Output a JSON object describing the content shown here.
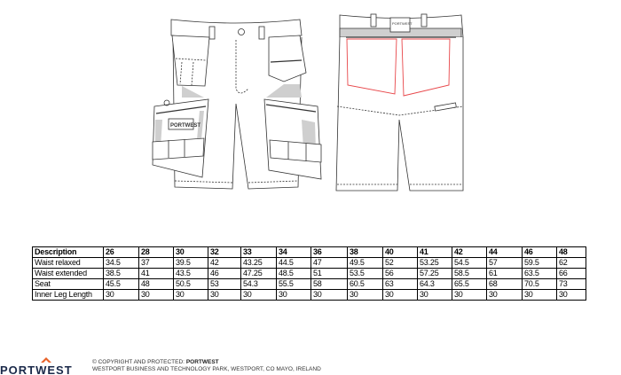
{
  "table": {
    "headers": [
      "Description",
      "26",
      "28",
      "30",
      "32",
      "33",
      "34",
      "36",
      "38",
      "40",
      "41",
      "42",
      "44",
      "46",
      "48"
    ],
    "rows": [
      [
        "Waist relaxed",
        "34.5",
        "37",
        "39.5",
        "42",
        "43.25",
        "44.5",
        "47",
        "49.5",
        "52",
        "53.25",
        "54.5",
        "57",
        "59.5",
        "62"
      ],
      [
        "Waist extended",
        "38.5",
        "41",
        "43.5",
        "46",
        "47.25",
        "48.5",
        "51",
        "53.5",
        "56",
        "57.25",
        "58.5",
        "61",
        "63.5",
        "66"
      ],
      [
        "Seat",
        "45.5",
        "48",
        "50.5",
        "53",
        "54.3",
        "55.5",
        "58",
        "60.5",
        "63",
        "64.3",
        "65.5",
        "68",
        "70.5",
        "73"
      ],
      [
        "Inner Leg Length",
        "30",
        "30",
        "30",
        "30",
        "30",
        "30",
        "30",
        "30",
        "30",
        "30",
        "30",
        "30",
        "30",
        "30"
      ]
    ]
  },
  "footer": {
    "logo_text": "PORTWEST",
    "copyright_label": "© COPYRIGHT AND PROTECTED:",
    "copyright_brand": "PORTWEST",
    "address": "WESTPORT BUSINESS AND TECHNOLOGY PARK, WESTPORT, CO MAYO, IRELAND"
  },
  "colors": {
    "brand_orange": "#e8632b",
    "brand_navy": "#1b2a4a",
    "pocket_red": "#e8474a",
    "fill_grey": "#cfcfcf"
  }
}
